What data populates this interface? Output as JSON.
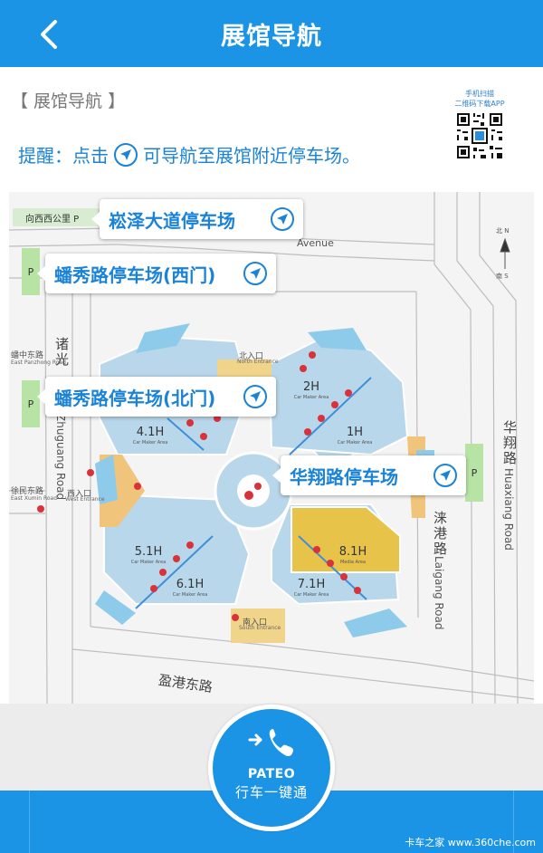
{
  "header": {
    "title": "展馆导航"
  },
  "section_title": "【 展馆导航 】",
  "qr": {
    "line1": "手机扫描",
    "line2": "二维码下载APP"
  },
  "reminder": {
    "prefix": "提醒：点击",
    "suffix": "可导航至展馆附近停车场。"
  },
  "map": {
    "west_parking_sign": "向西西公里 P",
    "p": "P",
    "avenue": "Avenue",
    "north_entrance": "北入口",
    "north_entrance_en": "North Entrance",
    "south_entrance": "南入口",
    "south_entrance_en": "South Entrance",
    "west_entrance": "西入口",
    "west_entrance_en": "West Entrance",
    "road_panxiu_dong": "蟠中东路",
    "road_panxiu_dong_en": "East Panzhong Road",
    "road_xumin_dong": "徐民东路",
    "road_xumin_dong_en": "East Xumin Road",
    "road_zhuguang_cn": "诸光",
    "road_zhuguang_en": "Zhuguang Road",
    "road_huaxiang_cn": "华翔路",
    "road_huaxiang_en": "Huaxiang Road",
    "road_laigang_cn": "涞港路",
    "road_laigang_en": "Laigang Road",
    "road_yinggang_dong": "盈港东路",
    "compass_n": "北 N",
    "compass_s": "南 S",
    "halls": [
      {
        "name": "2H",
        "sub": "Car Maker Area"
      },
      {
        "name": "1H",
        "sub": "Car Maker Area"
      },
      {
        "name": "4.1H",
        "sub": "Car Maker Area"
      },
      {
        "name": "5.1H",
        "sub": "Car Maker Area"
      },
      {
        "name": "6.1H",
        "sub": "Car Maker Area"
      },
      {
        "name": "7.1H",
        "sub": "Car Maker Area"
      },
      {
        "name": "8.1H",
        "sub": "Media Area"
      }
    ]
  },
  "parking": [
    {
      "label": "崧泽大道停车场"
    },
    {
      "label": "蟠秀路停车场(西门)"
    },
    {
      "label": "蟠秀路停车场(北门)"
    },
    {
      "label": "华翔路停车场"
    }
  ],
  "call": {
    "brand": "PATEO",
    "label": "行车一键通"
  },
  "watermark": "卡车之家 www.360che.com",
  "colors": {
    "brand_blue": "#1c94e6",
    "text_blue": "#1a83d8",
    "hall_blue": "#b9d7ea",
    "media_yellow": "#e8c34a",
    "parking_green": "#b7e4a5"
  }
}
